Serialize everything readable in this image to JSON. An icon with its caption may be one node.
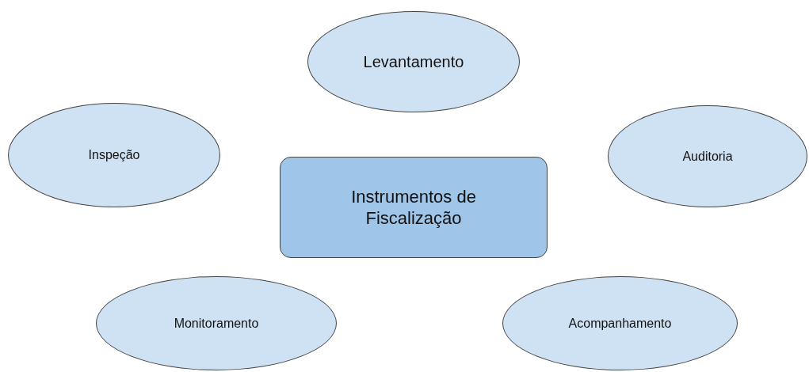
{
  "diagram": {
    "nodes": [
      {
        "text": [
          "Levantamento"
        ]
      },
      {
        "text": [
          "Inspeção"
        ]
      },
      {
        "text": [
          "Instrumentos de Fiscalização"
        ]
      },
      {
        "text": [
          "Auditoria"
        ]
      },
      {
        "text": [
          "Monitoramento"
        ]
      },
      {
        "text": [
          "Acompanhamento"
        ]
      }
    ]
  }
}
